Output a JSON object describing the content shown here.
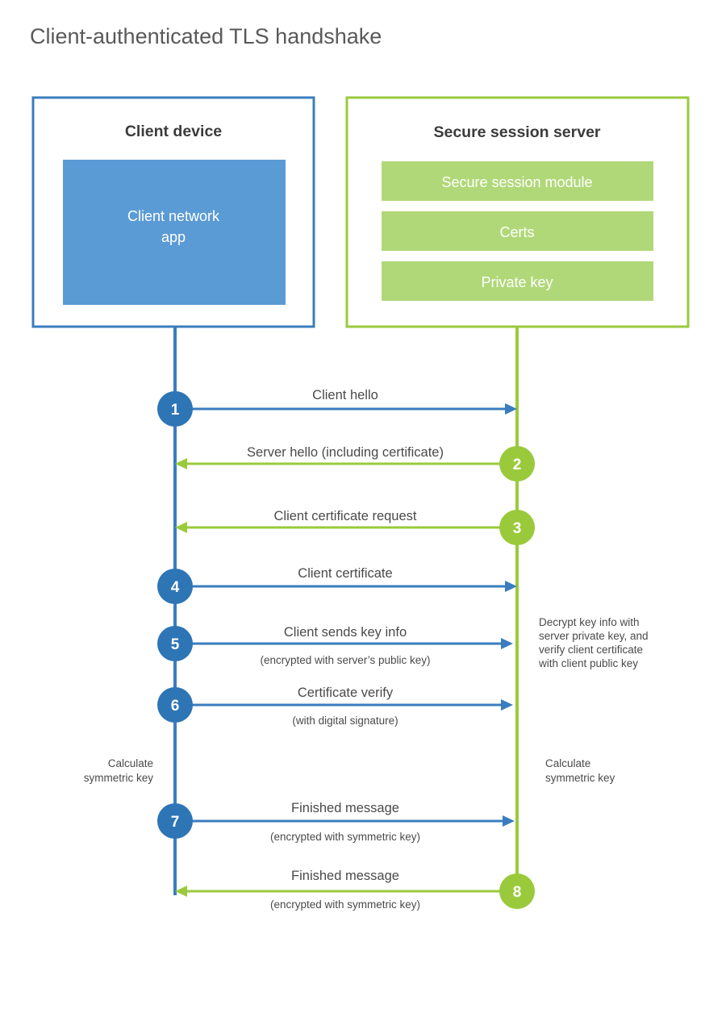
{
  "title": "Client-authenticated TLS handshake",
  "colors": {
    "client_border": "#3A7DBF",
    "client_fill": "#5B9BD5",
    "server_border": "#9ACA3C",
    "server_fill": "#B0D878",
    "client_line": "#3A7DBF",
    "server_line": "#9ACA3C",
    "text": "#4a4a4a",
    "title_text": "#595959",
    "heading_text": "#3b3b3b",
    "background": "#ffffff"
  },
  "actors": {
    "client": {
      "title": "Client device",
      "components": [
        {
          "label": "Client network app"
        }
      ]
    },
    "server": {
      "title": "Secure session server",
      "components": [
        {
          "label": "Secure session module"
        },
        {
          "label": "Certs"
        },
        {
          "label": "Private key"
        }
      ]
    }
  },
  "steps": [
    {
      "number": "1",
      "label": "Client hello",
      "sublabel": "",
      "direction": "client-to-server",
      "color": "#3A7DBF"
    },
    {
      "number": "2",
      "label": "Server hello (including certificate)",
      "sublabel": "",
      "direction": "server-to-client",
      "color": "#9ACA3C"
    },
    {
      "number": "3",
      "label": "Client certificate request",
      "sublabel": "",
      "direction": "server-to-client",
      "color": "#9ACA3C"
    },
    {
      "number": "4",
      "label": "Client certificate",
      "sublabel": "",
      "direction": "client-to-server",
      "color": "#3A7DBF"
    },
    {
      "number": "5",
      "label": "Client sends key info",
      "sublabel": "(encrypted with server’s public key)",
      "direction": "client-to-server",
      "color": "#3A7DBF"
    },
    {
      "number": "6",
      "label": "Certificate verify",
      "sublabel": "(with digital signature)",
      "direction": "client-to-server",
      "color": "#3A7DBF"
    },
    {
      "number": "7",
      "label": "Finished message",
      "sublabel": "(encrypted with symmetric key)",
      "direction": "client-to-server",
      "color": "#3A7DBF"
    },
    {
      "number": "8",
      "label": "Finished message",
      "sublabel": "(encrypted with symmetric key)",
      "direction": "server-to-client",
      "color": "#9ACA3C"
    }
  ],
  "notes": {
    "server_processing": {
      "lines": [
        "Decrypt key info with",
        "server private key, and",
        "verify client certificate",
        "with client public key"
      ]
    },
    "client_calculate": {
      "lines": [
        "Calculate",
        "symmetric key"
      ]
    },
    "server_calculate": {
      "lines": [
        "Calculate",
        "symmetric key"
      ]
    }
  }
}
